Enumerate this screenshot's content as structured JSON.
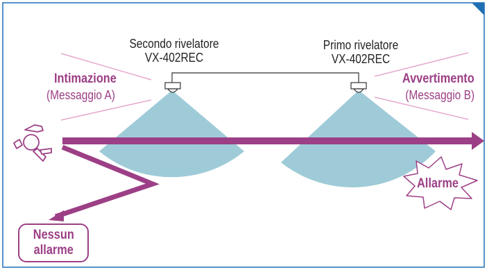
{
  "detectors": {
    "second": {
      "name": "Secondo rivelatore",
      "model": "VX-402REC"
    },
    "first": {
      "name": "Primo rivelatore",
      "model": "VX-402REC"
    }
  },
  "zones": {
    "left": {
      "title": "Intimazione",
      "subtitle": "(Messaggio A)"
    },
    "right": {
      "title": "Avvertimento",
      "subtitle": "(Messaggio B)"
    }
  },
  "alarm_label": "Allarme",
  "no_alarm": {
    "line1": "Nessun",
    "line2": "allarme"
  },
  "colors": {
    "border": "#1f6fb5",
    "beam": "#9fcbd8",
    "arrow": "#9c3f86",
    "ray": "#e6a9cf",
    "text": "#222222"
  },
  "icons": [
    "person-icon",
    "detector-icon",
    "alarm-burst-icon"
  ]
}
